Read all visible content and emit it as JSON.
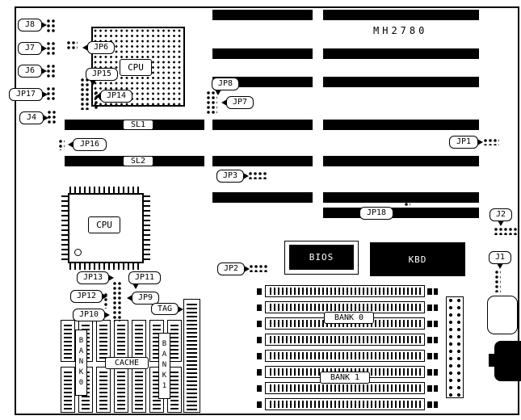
{
  "diagram": {
    "model": "MH2780",
    "colors": {
      "line": "#000000",
      "fill": "#000000",
      "chip_text": "#ffffff",
      "background": "#ffffff"
    }
  },
  "callouts": {
    "j8": "J8",
    "j7": "J7",
    "j6": "J6",
    "jp17": "JP17",
    "j4": "J4",
    "jp6": "JP6",
    "jp15": "JP15",
    "jp14": "JP14",
    "jp8": "JP8",
    "jp7": "JP7",
    "jp16": "JP16",
    "jp1": "JP1",
    "jp3": "JP3",
    "jp18": "JP18",
    "j2": "J2",
    "j1": "J1",
    "jp2": "JP2",
    "jp13": "JP13",
    "jp11": "JP11",
    "jp12": "JP12",
    "jp9": "JP9",
    "jp10": "JP10",
    "tag": "TAG"
  },
  "slots": {
    "sl1": "SL1",
    "sl2": "SL2"
  },
  "chips": {
    "cpu_socket": "CPU",
    "cpu_qfp": "CPU",
    "bios": "BIOS",
    "kbd": "KBD"
  },
  "memory": {
    "simm_bank0": "BANK 0",
    "simm_bank1": "BANK 1",
    "cache": "CACHE",
    "cache_bank0": "BANK0",
    "cache_bank1": "BANK1"
  }
}
